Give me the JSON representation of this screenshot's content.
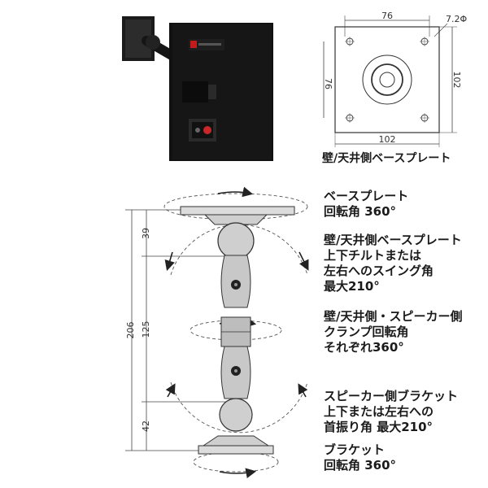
{
  "base_plate_drawing": {
    "dim_top_width": "76",
    "dim_hole": "7.2Φ",
    "dim_left_height": "76",
    "dim_right_height": "102",
    "dim_bottom_width": "102",
    "caption": "壁/天井側ベースプレート"
  },
  "bracket_drawing": {
    "dim_total": "206",
    "dim_upper": "39",
    "dim_middle": "125",
    "dim_lower": "42"
  },
  "annotations": {
    "base_rotation": {
      "title": "ベースプレート",
      "line2": "回転角 360°"
    },
    "wall_tilt": {
      "title": "壁/天井側ベースプレート",
      "line2": "上下チルトまたは",
      "line3": "左右へのスイング角",
      "line4": "最大210°"
    },
    "clamp_rotation": {
      "title": "壁/天井側・スピーカー側",
      "line2": "クランプ回転角",
      "line3": "それぞれ360°"
    },
    "speaker_tilt": {
      "title": "スピーカー側ブラケット",
      "line2": "上下または左右への",
      "line3": "首振り角 最大210°"
    },
    "bracket_rotation": {
      "title": "ブラケット",
      "line2": "回転角 360°"
    }
  }
}
